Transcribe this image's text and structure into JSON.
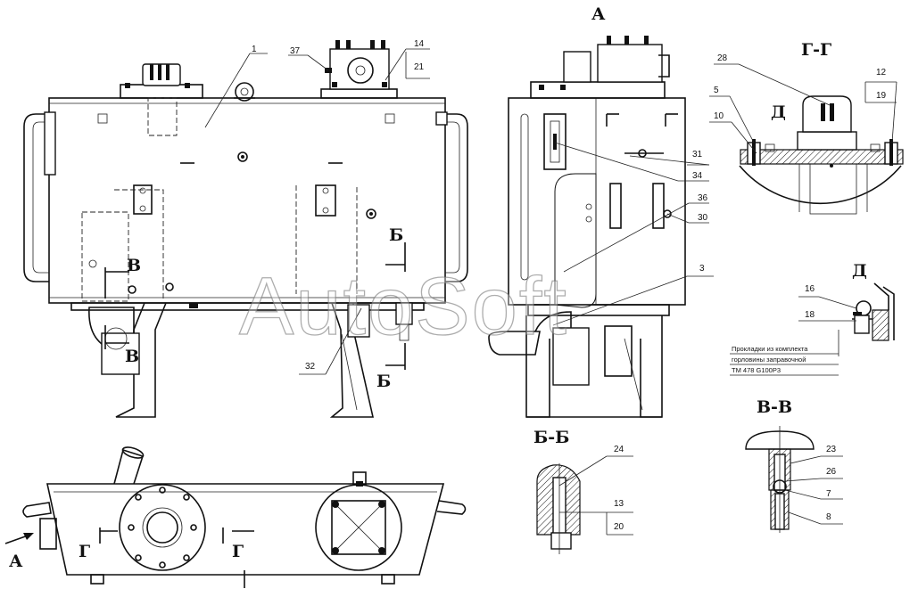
{
  "drawing": {
    "view_labels": {
      "view_a_top": "А",
      "view_a_arrow": "А",
      "section_gg": "Г-Г",
      "section_gg_left": "Г",
      "section_gg_right": "Г",
      "detail_d": "Д",
      "detail_d_ref": "Д",
      "section_bb": "Б-Б",
      "section_bb_top": "Б",
      "section_bb_bottom": "Б",
      "section_vv": "В-В",
      "section_vv_top": "В",
      "section_vv_bottom": "В"
    },
    "callouts": {
      "c1": "1",
      "c37": "37",
      "c14": "14",
      "c21": "21",
      "c32": "32",
      "c31": "31",
      "c34": "34",
      "c36": "36",
      "c30": "30",
      "c3": "3",
      "c28": "28",
      "c12": "12",
      "c19": "19",
      "c5": "5",
      "c10": "10",
      "c16": "16",
      "c18": "18",
      "c24": "24",
      "c13": "13",
      "c20": "20",
      "c23": "23",
      "c26": "26",
      "c7": "7",
      "c8": "8"
    },
    "note": {
      "line1": "Прокладки из комплекта",
      "line2": "горловины заправочной",
      "line3": "ТМ 478 G100P3"
    },
    "watermark": "AutoSoft"
  }
}
